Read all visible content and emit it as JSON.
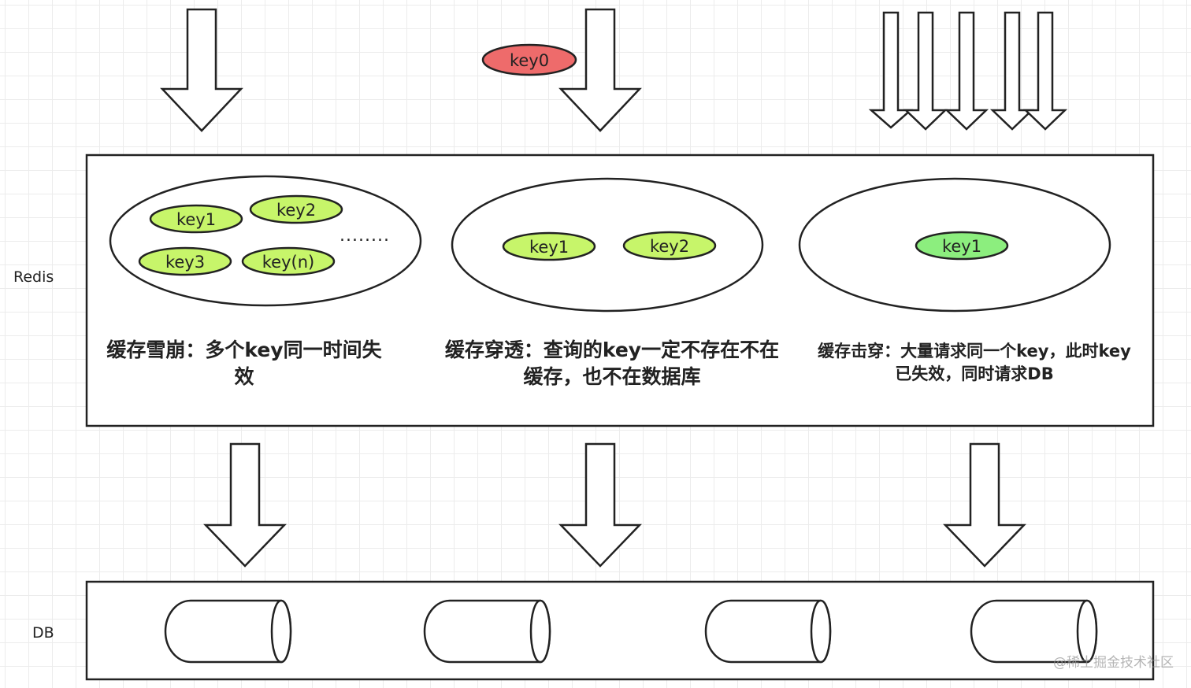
{
  "layers": {
    "cache_label": "Redis",
    "db_label": "DB"
  },
  "requests": {
    "missing_key_label": "key0"
  },
  "scenarios": {
    "avalanche": {
      "keys": [
        "key1",
        "key2",
        "key3",
        "key(n)"
      ],
      "ellipsis": "........",
      "description": "缓存雪崩：多个key同一时间失效"
    },
    "penetration": {
      "keys": [
        "key1",
        "key2"
      ],
      "description": "缓存穿透：查询的key一定不存在不在缓存，也不在数据库"
    },
    "breakdown": {
      "keys": [
        "key1"
      ],
      "description": "缓存击穿：大量请求同一个key，此时key已失效，同时请求DB"
    }
  },
  "databases": {
    "count": 4
  },
  "colors": {
    "key_pill": "#c7f56a",
    "key_pill_hot": "#8cee7e",
    "missing_key": "#ee6b6b",
    "stroke": "#222222"
  },
  "watermark": "@稀土掘金技术社区"
}
